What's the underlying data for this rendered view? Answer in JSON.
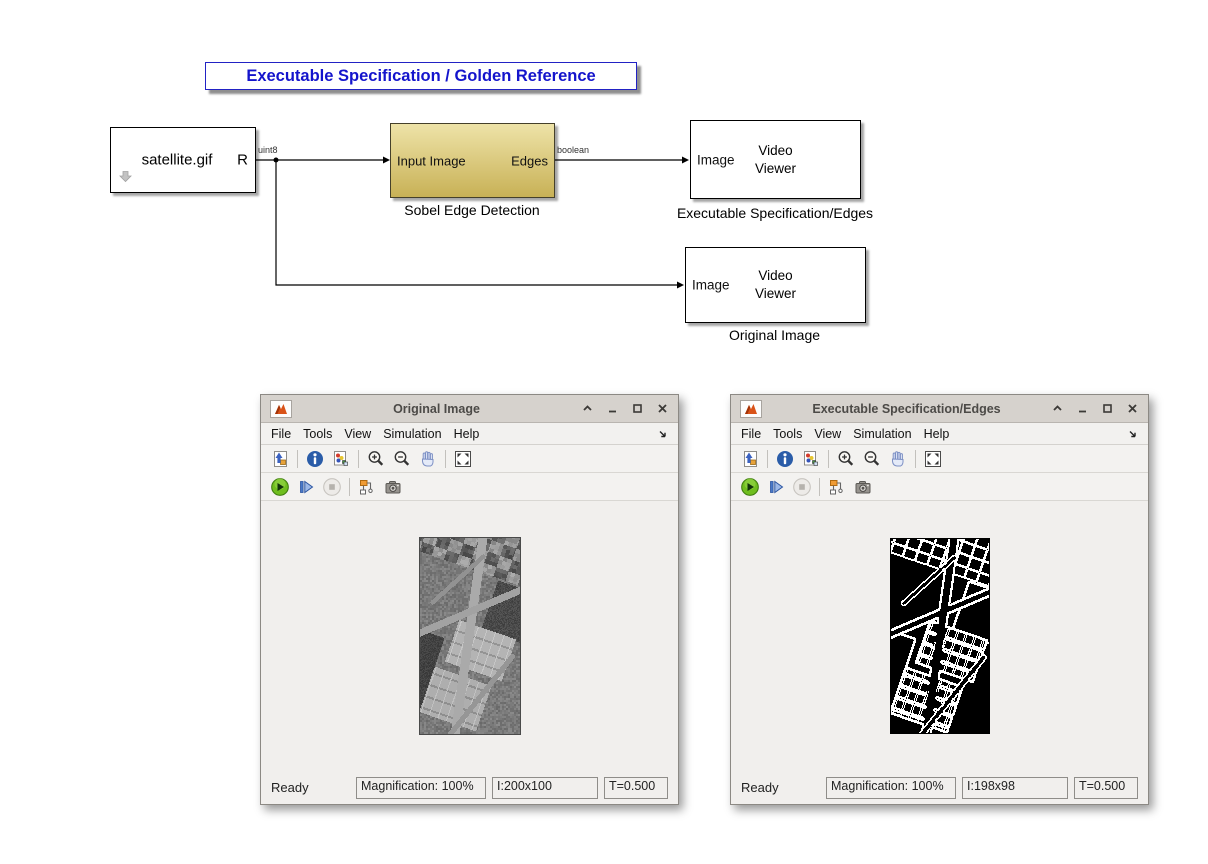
{
  "annotation": {
    "title": "Executable Specification / Golden Reference"
  },
  "diagram": {
    "satellite_block": {
      "label": "satellite.gif",
      "out_port": "R"
    },
    "signal_labels": {
      "source_out": "uint8",
      "sobel_out": "boolean"
    },
    "sobel_block": {
      "in_port": "Input Image",
      "out_port": "Edges",
      "caption": "Sobel Edge Detection"
    },
    "edges_viewer_block": {
      "in_port": "Image",
      "name_line1": "Video",
      "name_line2": "Viewer",
      "caption": "Executable Specification/Edges"
    },
    "original_viewer_block": {
      "in_port": "Image",
      "name_line1": "Video",
      "name_line2": "Viewer",
      "caption": "Original Image"
    }
  },
  "windows": [
    {
      "title": "Original Image",
      "menu": {
        "file": "File",
        "tools": "Tools",
        "view": "View",
        "simulation": "Simulation",
        "help": "Help"
      },
      "status": {
        "ready": "Ready",
        "magnification": "Magnification: 100%",
        "image_size": "I:200x100",
        "time": "T=0.500"
      }
    },
    {
      "title": "Executable Specification/Edges",
      "menu": {
        "file": "File",
        "tools": "Tools",
        "view": "View",
        "simulation": "Simulation",
        "help": "Help"
      },
      "status": {
        "ready": "Ready",
        "magnification": "Magnification: 100%",
        "image_size": "I:198x98",
        "time": "T=0.500"
      }
    }
  ],
  "colors": {
    "annotation_blue": "#1414cc",
    "sobel_top": "#eee3a8",
    "sobel_bottom": "#c8b156",
    "titlebar": "#d6d2cd"
  }
}
